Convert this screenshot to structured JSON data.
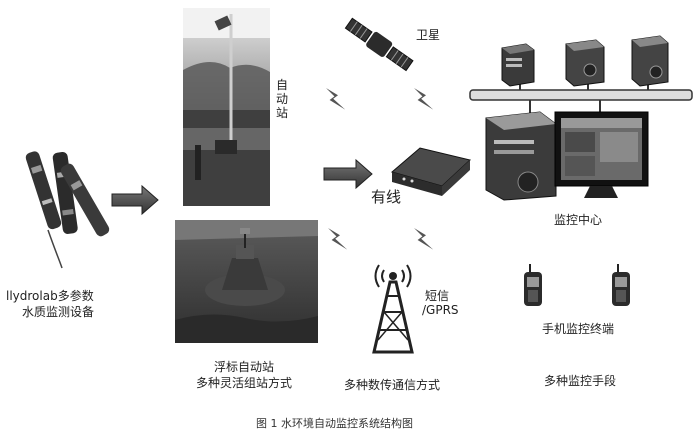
{
  "labels": {
    "satellite": "卫星",
    "auto_station": "自动站",
    "wired": "有线",
    "monitoring_center": "监控中心",
    "hydrolab_line1": "llydrolab多参数",
    "hydrolab_line2": "水质监测设备",
    "buoy_line1": "浮标自动站",
    "buoy_line2": "多种灵活组站方式",
    "sms_line1": "短信",
    "sms_line2": "/GPRS",
    "transmission": "多种数传通信方式",
    "mobile_terminal": "手机监控终端",
    "monitoring_means": "多种监控手段",
    "caption": "图 1 水环境自动监控系统结构图"
  },
  "icons": {
    "sensors": "multiparameter-probe-icon",
    "station": "auto-station-photo",
    "buoy": "buoy-station-photo",
    "satellite": "satellite-icon",
    "router": "router-icon",
    "tower": "radio-tower-icon",
    "servers": "server-icon",
    "workstation": "workstation-icon",
    "phones": "mobile-phone-icon"
  }
}
